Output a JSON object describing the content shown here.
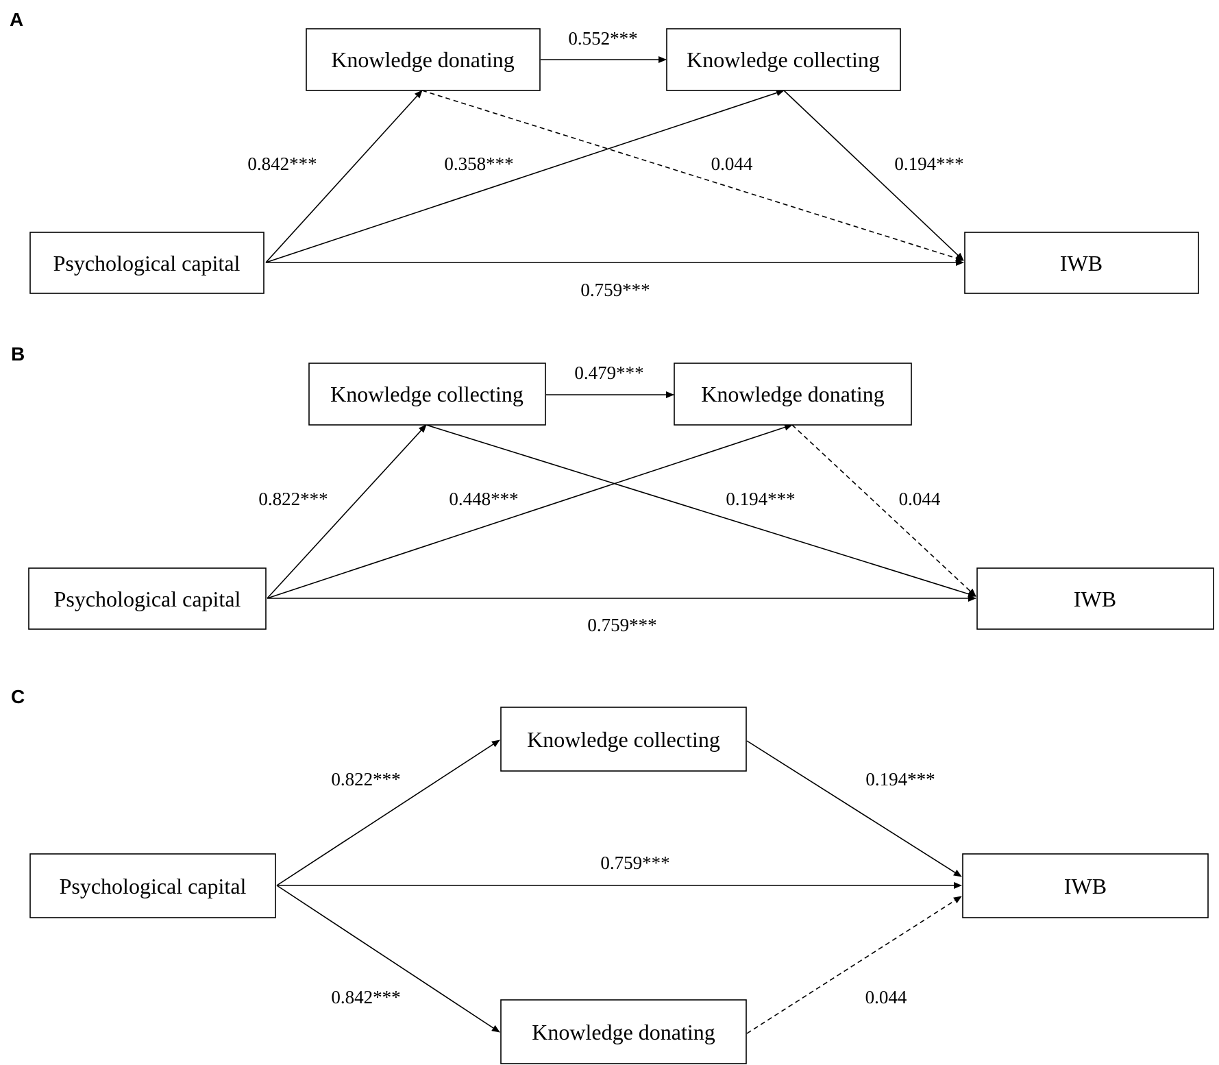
{
  "panels": {
    "A": {
      "label": "A",
      "nodes": {
        "psycap": "Psychological capital",
        "med1": "Knowledge donating",
        "med2": "Knowledge collecting",
        "iwb": "IWB"
      },
      "coefficients": {
        "med1_to_med2": "0.552***",
        "psycap_to_med1": "0.842***",
        "psycap_to_med2": "0.358***",
        "med1_to_iwb": "0.044",
        "med2_to_iwb": "0.194***",
        "psycap_to_iwb": "0.759***"
      }
    },
    "B": {
      "label": "B",
      "nodes": {
        "psycap": "Psychological capital",
        "med1": "Knowledge collecting",
        "med2": "Knowledge donating",
        "iwb": "IWB"
      },
      "coefficients": {
        "med1_to_med2": "0.479***",
        "psycap_to_med1": "0.822***",
        "psycap_to_med2": "0.448***",
        "med1_to_iwb": "0.194***",
        "med2_to_iwb": "0.044",
        "psycap_to_iwb": "0.759***"
      }
    },
    "C": {
      "label": "C",
      "nodes": {
        "psycap": "Psychological capital",
        "top": "Knowledge collecting",
        "bottom": "Knowledge donating",
        "iwb": "IWB"
      },
      "coefficients": {
        "psycap_to_top": "0.822***",
        "top_to_iwb": "0.194***",
        "psycap_to_iwb": "0.759***",
        "psycap_to_bottom": "0.842***",
        "bottom_to_iwb": "0.044"
      }
    }
  }
}
